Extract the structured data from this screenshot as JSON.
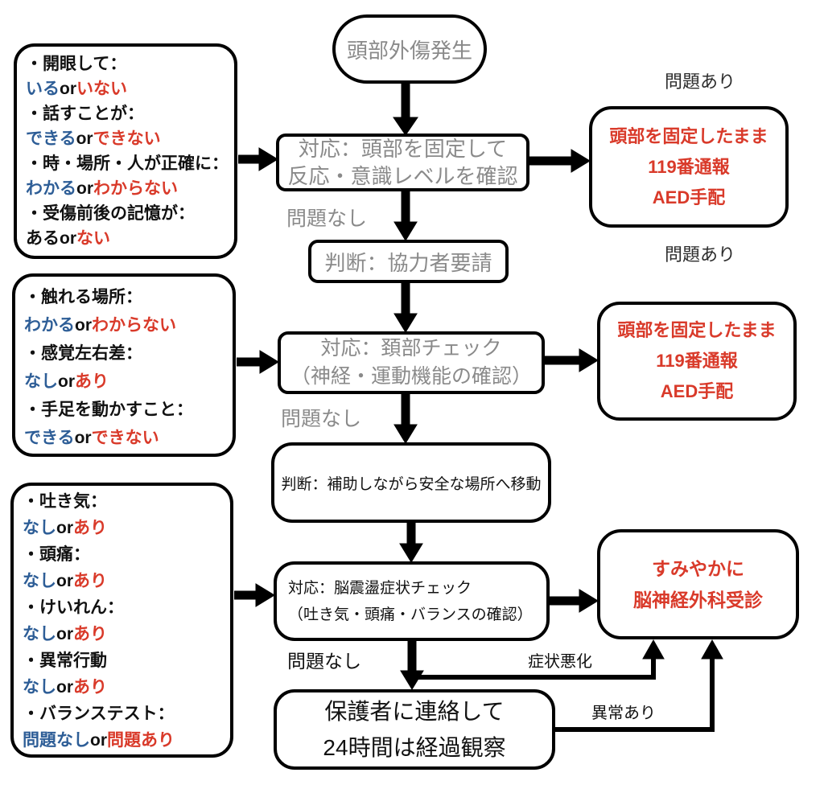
{
  "colors": {
    "red": "#d93a2a",
    "blue": "#2e5e97",
    "gray": "#8a8a8a",
    "ink": "#111111",
    "label": "#2b2b2b",
    "border": "#000000"
  },
  "start": {
    "label": "頭部外傷発生"
  },
  "flow": {
    "assess1": {
      "line1": "対応：頭部を固定して",
      "line2": "反応・意識レベルを確認"
    },
    "decide1": {
      "label": "判断：協力者要請"
    },
    "assess2": {
      "line1": "対応：頚部チェック",
      "line2": "（神経・運動機能の確認）"
    },
    "decide2": {
      "label": "判断：補助しながら安全な場所へ移動"
    },
    "assess3": {
      "line1": "対応：脳震盪症状チェック",
      "line2": "（吐き気・頭痛・バランスの確認）"
    },
    "observe": {
      "line1": "保護者に連絡して",
      "line2": "24時間は経過観察"
    }
  },
  "emergency": {
    "call1": {
      "line1": "頭部を固定したまま",
      "line2": "119番通報",
      "line3": "AED手配"
    },
    "call2": {
      "line1": "頭部を固定したまま",
      "line2": "119番通報",
      "line3": "AED手配"
    },
    "hospital": {
      "line1": "すみやかに",
      "line2": "脳神経外科受診"
    }
  },
  "edge_labels": {
    "problem_yes_1": "問題あり",
    "problem_yes_2": "問題あり",
    "problem_no_1": "問題なし",
    "problem_no_2": "問題なし",
    "problem_no_3": "問題なし",
    "worsen": "症状悪化",
    "abnormal": "異常あり"
  },
  "checklists": {
    "consciousness": {
      "lines": [
        {
          "segments": [
            {
              "text": "・開眼して：",
              "color": "ink"
            }
          ]
        },
        {
          "segments": [
            {
              "text": "いる",
              "color": "blue"
            },
            {
              "text": "or",
              "color": "ink"
            },
            {
              "text": "いない",
              "color": "red"
            }
          ]
        },
        {
          "segments": [
            {
              "text": "・話すことが：",
              "color": "ink"
            }
          ]
        },
        {
          "segments": [
            {
              "text": "できる",
              "color": "blue"
            },
            {
              "text": "or",
              "color": "ink"
            },
            {
              "text": "できない",
              "color": "red"
            }
          ]
        },
        {
          "segments": [
            {
              "text": "・時・場所・人が正確に：",
              "color": "ink"
            }
          ]
        },
        {
          "segments": [
            {
              "text": "わかる",
              "color": "blue"
            },
            {
              "text": "or",
              "color": "ink"
            },
            {
              "text": "わからない",
              "color": "red"
            }
          ]
        },
        {
          "segments": [
            {
              "text": "・受傷前後の記憶が：",
              "color": "ink"
            }
          ]
        },
        {
          "segments": [
            {
              "text": "ある",
              "color": "ink"
            },
            {
              "text": "or",
              "color": "ink"
            },
            {
              "text": "ない",
              "color": "red"
            }
          ]
        }
      ]
    },
    "neck": {
      "lines": [
        {
          "segments": [
            {
              "text": "・触れる場所：",
              "color": "ink"
            }
          ]
        },
        {
          "segments": [
            {
              "text": "わかる",
              "color": "blue"
            },
            {
              "text": "or",
              "color": "ink"
            },
            {
              "text": "わからない",
              "color": "red"
            }
          ]
        },
        {
          "segments": [
            {
              "text": "・感覚左右差：",
              "color": "ink"
            }
          ]
        },
        {
          "segments": [
            {
              "text": "なし",
              "color": "blue"
            },
            {
              "text": "or",
              "color": "ink"
            },
            {
              "text": "あり",
              "color": "red"
            }
          ]
        },
        {
          "segments": [
            {
              "text": "・手足を動かすこと：",
              "color": "ink"
            }
          ]
        },
        {
          "segments": [
            {
              "text": "できる",
              "color": "blue"
            },
            {
              "text": "or",
              "color": "ink"
            },
            {
              "text": "できない",
              "color": "red"
            }
          ]
        }
      ]
    },
    "concussion": {
      "lines": [
        {
          "segments": [
            {
              "text": "・吐き気：",
              "color": "ink"
            }
          ]
        },
        {
          "segments": [
            {
              "text": "なし",
              "color": "blue"
            },
            {
              "text": "or",
              "color": "ink"
            },
            {
              "text": "あり",
              "color": "red"
            }
          ]
        },
        {
          "segments": [
            {
              "text": "・頭痛：",
              "color": "ink"
            }
          ]
        },
        {
          "segments": [
            {
              "text": "なし",
              "color": "blue"
            },
            {
              "text": "or",
              "color": "ink"
            },
            {
              "text": "あり",
              "color": "red"
            }
          ]
        },
        {
          "segments": [
            {
              "text": "・けいれん：",
              "color": "ink"
            }
          ]
        },
        {
          "segments": [
            {
              "text": "なし",
              "color": "blue"
            },
            {
              "text": "or",
              "color": "ink"
            },
            {
              "text": "あり",
              "color": "red"
            }
          ]
        },
        {
          "segments": [
            {
              "text": "・異常行動",
              "color": "ink"
            }
          ]
        },
        {
          "segments": [
            {
              "text": "なし",
              "color": "blue"
            },
            {
              "text": "or",
              "color": "ink"
            },
            {
              "text": "あり",
              "color": "red"
            }
          ]
        },
        {
          "segments": [
            {
              "text": "・バランステスト：",
              "color": "ink"
            }
          ]
        },
        {
          "segments": [
            {
              "text": "問題なし",
              "color": "blue"
            },
            {
              "text": "or",
              "color": "ink"
            },
            {
              "text": "問題あり",
              "color": "red"
            }
          ]
        }
      ]
    }
  }
}
